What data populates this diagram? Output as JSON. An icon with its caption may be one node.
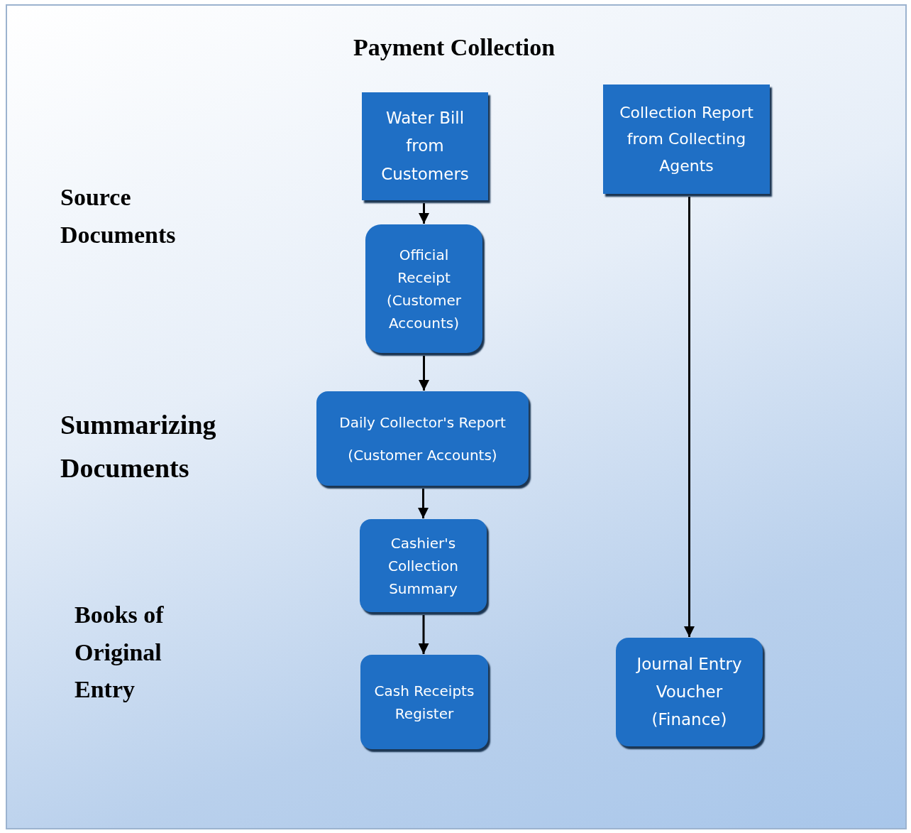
{
  "diagram": {
    "title": "Payment Collection",
    "nodes": [
      {
        "text": [
          "Water Bill from Customers"
        ]
      },
      {
        "text": [
          "Official Receipt (Customer Accounts)"
        ]
      },
      {
        "text": [
          "Daily Collector's Report",
          "(Customer Accounts)"
        ]
      },
      {
        "text": [
          "Cashier's Collection Summary"
        ]
      },
      {
        "text": [
          "Cash Receipts Register"
        ]
      },
      {
        "text": [
          "Collection Report from Collecting Agents"
        ]
      },
      {
        "text": [
          "Journal Entry Voucher (Finance)"
        ]
      }
    ],
    "edges": [
      {
        "from": 0,
        "to": 1,
        "arrow": "to"
      },
      {
        "from": 1,
        "to": 2,
        "arrow": "to"
      },
      {
        "from": 2,
        "to": 3,
        "arrow": "to"
      },
      {
        "from": 3,
        "to": 4,
        "arrow": "to"
      },
      {
        "from": 5,
        "to": 6,
        "arrow": "to"
      }
    ],
    "labels": [
      "Source Documents",
      "Summarizing Documents",
      "Books of Original Entry"
    ]
  }
}
